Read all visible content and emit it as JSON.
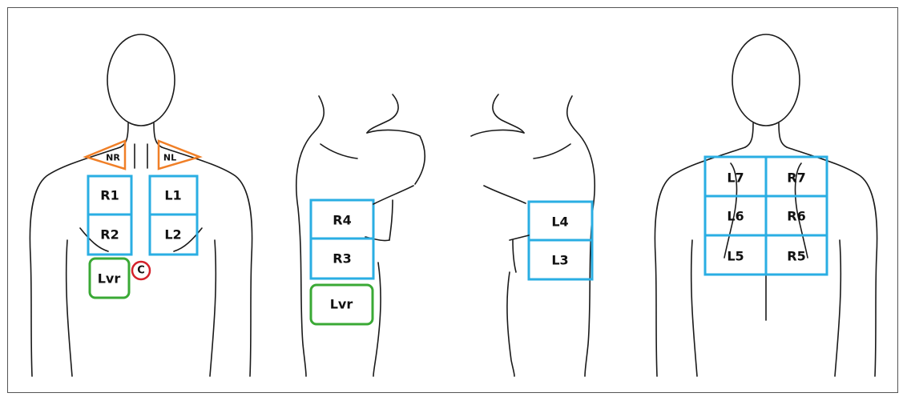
{
  "colors": {
    "zone_blue": "#2aaee3",
    "zone_green": "#3aa935",
    "zone_orange": "#f07f27",
    "marker_red": "#d4212a"
  },
  "front_view": {
    "nodes": {
      "neck_right": "NR",
      "neck_left": "NL"
    },
    "zones": {
      "r1": "R1",
      "l1": "L1",
      "r2": "R2",
      "l2": "L2",
      "liver": "Lvr"
    },
    "marker": "C"
  },
  "right_side_view": {
    "zones": {
      "r4": "R4",
      "r3": "R3",
      "liver": "Lvr"
    }
  },
  "left_side_view": {
    "zones": {
      "l4": "L4",
      "l3": "L3"
    }
  },
  "back_view": {
    "zones": {
      "l7": "L7",
      "r7": "R7",
      "l6": "L6",
      "r6": "R6",
      "l5": "L5",
      "r5": "R5"
    }
  }
}
